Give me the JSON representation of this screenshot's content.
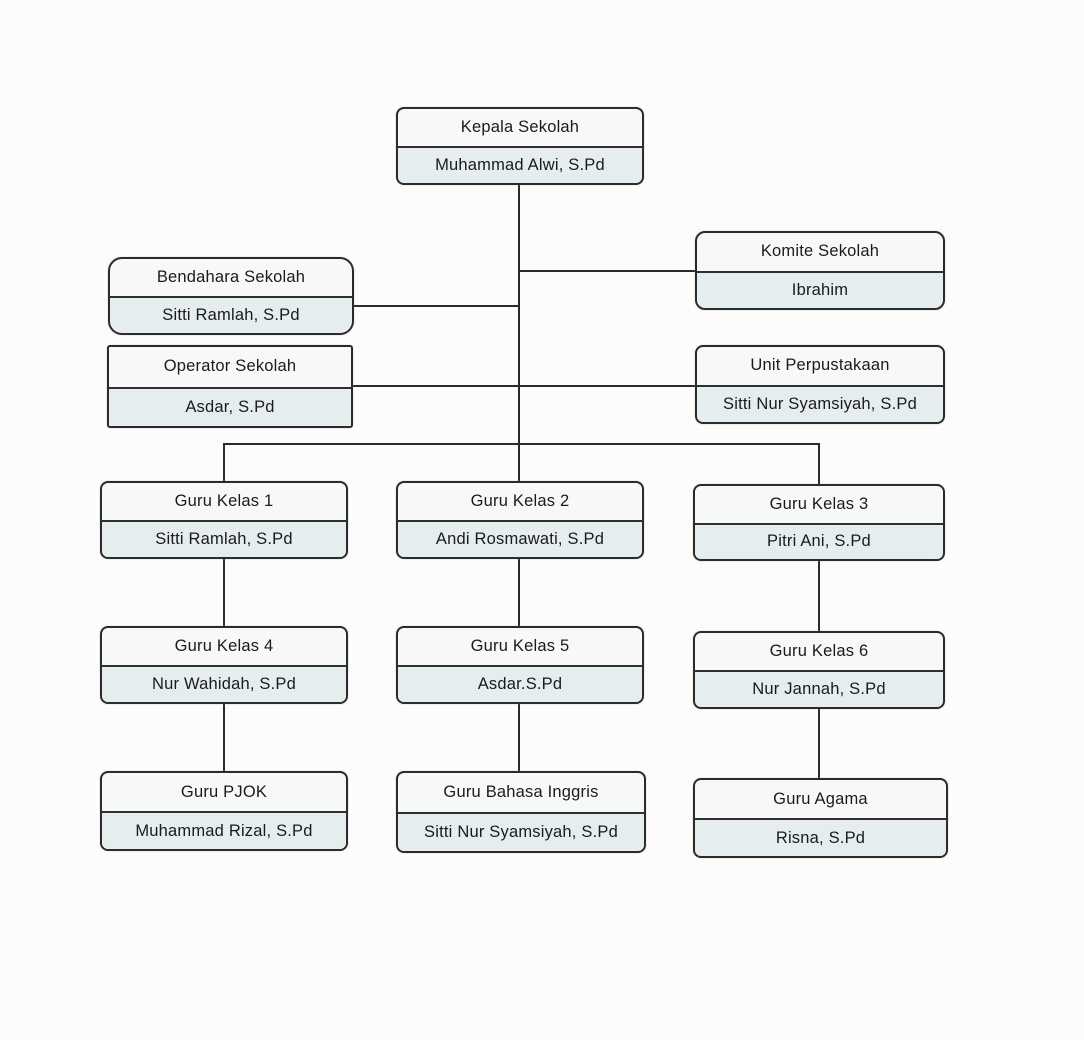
{
  "diagram": {
    "type": "org-chart",
    "language": "Indonesian",
    "nodes": [
      {
        "role": "Kepala Sekolah",
        "person": "Muhammad Alwi, S.Pd"
      },
      {
        "role": "Bendahara Sekolah",
        "person": "Sitti Ramlah, S.Pd"
      },
      {
        "role": "Komite Sekolah",
        "person": "Ibrahim"
      },
      {
        "role": "Operator Sekolah",
        "person": "Asdar, S.Pd"
      },
      {
        "role": "Unit Perpustakaan",
        "person": "Sitti Nur Syamsiyah, S.Pd"
      },
      {
        "role": "Guru Kelas 1",
        "person": "Sitti Ramlah, S.Pd"
      },
      {
        "role": "Guru Kelas 2",
        "person": "Andi Rosmawati, S.Pd"
      },
      {
        "role": "Guru Kelas 3",
        "person": "Pitri Ani, S.Pd"
      },
      {
        "role": "Guru Kelas 4",
        "person": "Nur Wahidah, S.Pd"
      },
      {
        "role": "Guru Kelas 5",
        "person": "Asdar.S.Pd"
      },
      {
        "role": "Guru Kelas 6",
        "person": "Nur Jannah, S.Pd"
      },
      {
        "role": "Guru PJOK",
        "person": "Muhammad Rizal, S.Pd"
      },
      {
        "role": "Guru Bahasa Inggris",
        "person": "Sitti Nur Syamsiyah, S.Pd"
      },
      {
        "role": "Guru Agama",
        "person": "Risna, S.Pd"
      }
    ],
    "edges": [
      {
        "from": "Kepala Sekolah",
        "to": "Komite Sekolah"
      },
      {
        "from": "Kepala Sekolah",
        "to": "Bendahara Sekolah"
      },
      {
        "from": "Kepala Sekolah",
        "to": "Operator Sekolah"
      },
      {
        "from": "Kepala Sekolah",
        "to": "Unit Perpustakaan"
      },
      {
        "from": "Kepala Sekolah",
        "to": "Guru Kelas 1"
      },
      {
        "from": "Kepala Sekolah",
        "to": "Guru Kelas 2"
      },
      {
        "from": "Kepala Sekolah",
        "to": "Guru Kelas 3"
      },
      {
        "from": "Guru Kelas 1",
        "to": "Guru Kelas 4"
      },
      {
        "from": "Guru Kelas 2",
        "to": "Guru Kelas 5"
      },
      {
        "from": "Guru Kelas 3",
        "to": "Guru Kelas 6"
      },
      {
        "from": "Guru Kelas 4",
        "to": "Guru PJOK"
      },
      {
        "from": "Guru Kelas 5",
        "to": "Guru Bahasa Inggris"
      },
      {
        "from": "Guru Kelas 6",
        "to": "Guru Agama"
      }
    ],
    "colors": {
      "background": "#fcfcfa",
      "border": "#2b2b2b",
      "title_fill": "#f7f9f8",
      "name_fill": "#e5edee",
      "text": "#1b1b1b"
    }
  }
}
